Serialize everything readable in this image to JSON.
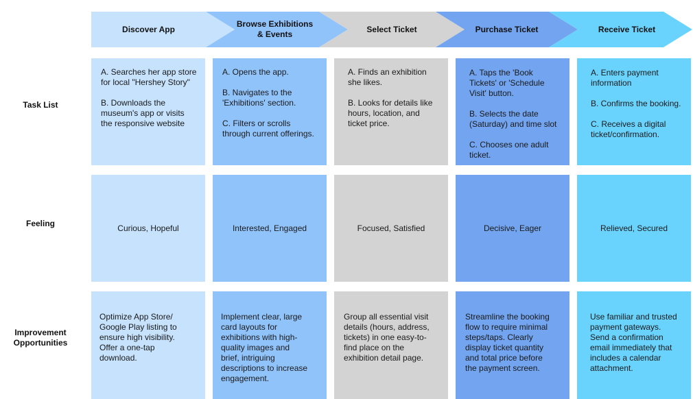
{
  "stages": [
    {
      "label": "Discover App",
      "color": "#c6e2fd"
    },
    {
      "label": "Browse Exhibitions\n& Events",
      "color": "#91c3fb"
    },
    {
      "label": "Select Ticket",
      "color": "#d3d3d3"
    },
    {
      "label": "Purchase Ticket",
      "color": "#72a4ef"
    },
    {
      "label": "Receive Ticket",
      "color": "#69d3fd"
    }
  ],
  "rows": {
    "task_list": "Task List",
    "feeling": "Feeling",
    "improvement": "Improvement\nOpportunities"
  },
  "tasks": [
    [
      "A. Searches her app store for local \"Hershey Story\"",
      "B. Downloads the museum's app or visits the responsive website"
    ],
    [
      "A. Opens the app.",
      "B. Navigates to the 'Exhibitions' section.",
      "C. Filters or scrolls through current offerings."
    ],
    [
      "A. Finds an exhibition she likes.",
      "B. Looks for details like hours, location, and ticket price."
    ],
    [
      "A. Taps the 'Book Tickets' or 'Schedule Visit' button.",
      "B. Selects the date (Saturday) and time slot",
      "C. Chooses one adult ticket."
    ],
    [
      "A. Enters payment information",
      "B. Confirms the booking.",
      "C. Receives a digital ticket/confirmation."
    ]
  ],
  "feelings": [
    "Curious, Hopeful",
    "Interested, Engaged",
    "Focused, Satisfied",
    "Decisive, Eager",
    "Relieved, Secured"
  ],
  "opportunities": [
    "Optimize App Store/\nGoogle Play listing to\nensure high visibility.\nOffer a one-tap\ndownload.",
    "Implement clear, large\ncard layouts for\nexhibitions with high-\nquality images and\nbrief, intriguing\ndescriptions to increase\nengagement.",
    "Group all essential visit\ndetails (hours, address,\ntickets) in one easy-to-\nfind place on the\nexhibition detail page.",
    "Streamline the booking\nflow to require minimal\nsteps/taps. Clearly\ndisplay ticket quantity\nand total price before\nthe payment screen.",
    "Use familiar and trusted\npayment gateways.\nSend a confirmation\nemail immediately that\nincludes a calendar\nattachment."
  ]
}
